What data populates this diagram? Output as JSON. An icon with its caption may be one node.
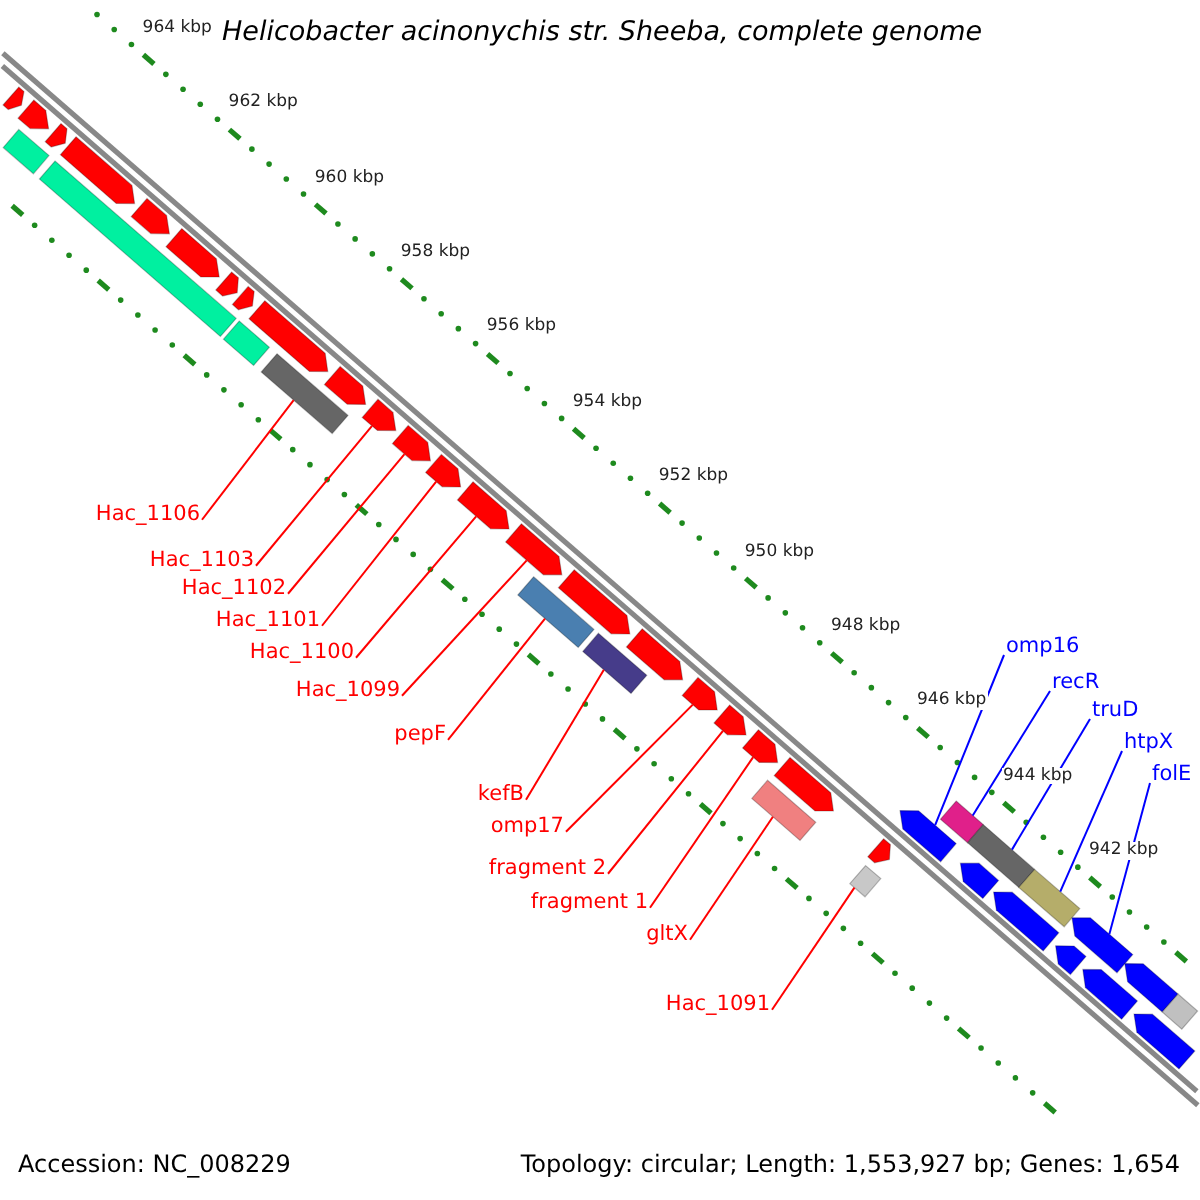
{
  "diagram": {
    "title": "Helicobacter acinonychis str. Sheeba, complete genome",
    "nodes": [
      {
        "text": [
          "Hac_1106"
        ]
      },
      {
        "text": [
          "Hac_1103"
        ]
      },
      {
        "text": [
          "Hac_1102"
        ]
      },
      {
        "text": [
          "Hac_1101"
        ]
      },
      {
        "text": [
          "Hac_1100"
        ]
      },
      {
        "text": [
          "Hac_1099"
        ]
      },
      {
        "text": [
          "pepF"
        ]
      },
      {
        "text": [
          "kefB"
        ]
      },
      {
        "text": [
          "omp17"
        ]
      },
      {
        "text": [
          "fragment 2"
        ]
      },
      {
        "text": [
          "fragment 1"
        ]
      },
      {
        "text": [
          "gltX"
        ]
      },
      {
        "text": [
          "Hac_1091"
        ]
      },
      {
        "text": [
          "omp16"
        ]
      },
      {
        "text": [
          "recR"
        ]
      },
      {
        "text": [
          "truD"
        ]
      },
      {
        "text": [
          "htpX"
        ]
      },
      {
        "text": [
          "folE"
        ]
      },
      {
        "text": [],
        "shape": "arrow"
      },
      {
        "text": [],
        "shape": "bar"
      },
      {
        "text": [],
        "shape": "arrow"
      },
      {
        "text": [],
        "shape": "arrow"
      },
      {
        "text": [],
        "shape": "arrow"
      },
      {
        "text": [],
        "shape": "bar"
      },
      {
        "text": [],
        "shape": "arrow"
      },
      {
        "text": [],
        "shape": "arrow"
      },
      {
        "text": [],
        "shape": "arrow"
      },
      {
        "text": [],
        "shape": "arrow"
      },
      {
        "text": [],
        "shape": "bar"
      },
      {
        "text": [],
        "shape": "arrow"
      },
      {
        "text": [],
        "shape": "bar"
      },
      {
        "text": [],
        "shape": "arrow"
      },
      {
        "text": [],
        "shape": "arrow"
      },
      {
        "text": [],
        "shape": "arrow"
      },
      {
        "text": [],
        "shape": "arrow"
      },
      {
        "text": [],
        "shape": "arrow"
      },
      {
        "text": [],
        "shape": "arrow"
      },
      {
        "text": [],
        "shape": "bar"
      },
      {
        "text": [],
        "shape": "arrow"
      },
      {
        "text": [],
        "shape": "bar"
      },
      {
        "text": [],
        "shape": "arrow"
      },
      {
        "text": [],
        "shape": "arrow"
      },
      {
        "text": [],
        "shape": "arrow"
      },
      {
        "text": [],
        "shape": "arrow"
      },
      {
        "text": [],
        "shape": "bar"
      },
      {
        "text": [],
        "shape": "arrow"
      },
      {
        "text": [],
        "shape": "arrow"
      },
      {
        "text": [],
        "shape": "arrow"
      },
      {
        "text": [],
        "shape": "bar"
      },
      {
        "text": [],
        "shape": "bar"
      },
      {
        "text": [],
        "shape": "bar"
      },
      {
        "text": [],
        "shape": "arrow"
      },
      {
        "text": [],
        "shape": "arrow"
      },
      {
        "text": [],
        "shape": "bar"
      },
      {
        "text": [],
        "shape": "arrow"
      },
      {
        "text": [],
        "shape": "arrow"
      },
      {
        "text": [],
        "shape": "arrow"
      },
      {
        "text": [],
        "shape": "arrow"
      },
      {
        "text": [],
        "shape": "arrow"
      },
      {
        "text": [],
        "shape": "bar"
      }
    ],
    "edges": [
      {
        "from": 0,
        "to": 30,
        "arrow": "none"
      },
      {
        "from": 1,
        "to": 32,
        "arrow": "none"
      },
      {
        "from": 2,
        "to": 33,
        "arrow": "none"
      },
      {
        "from": 3,
        "to": 34,
        "arrow": "none"
      },
      {
        "from": 4,
        "to": 35,
        "arrow": "none"
      },
      {
        "from": 5,
        "to": 36,
        "arrow": "none"
      },
      {
        "from": 6,
        "to": 37,
        "arrow": "none"
      },
      {
        "from": 7,
        "to": 39,
        "arrow": "none"
      },
      {
        "from": 8,
        "to": 41,
        "arrow": "none"
      },
      {
        "from": 9,
        "to": 42,
        "arrow": "none"
      },
      {
        "from": 10,
        "to": 43,
        "arrow": "none"
      },
      {
        "from": 11,
        "to": 44,
        "arrow": "none"
      },
      {
        "from": 12,
        "to": 48,
        "arrow": "none"
      },
      {
        "from": 13,
        "to": 46,
        "arrow": "none",
        "color": "#0000ff"
      },
      {
        "from": 14,
        "to": 49,
        "arrow": "none",
        "color": "#0000ff"
      },
      {
        "from": 15,
        "to": 50,
        "arrow": "none",
        "color": "#0000ff"
      },
      {
        "from": 16,
        "to": 53,
        "arrow": "none",
        "color": "#0000ff"
      },
      {
        "from": 17,
        "to": 54,
        "arrow": "none",
        "color": "#0000ff"
      }
    ],
    "labels": [
      "964 kbp",
      "962 kbp",
      "960 kbp",
      "958 kbp",
      "956 kbp",
      "954 kbp",
      "952 kbp",
      "950 kbp",
      "948 kbp",
      "946 kbp",
      "944 kbp",
      "942 kbp",
      "Accession: NC_008229",
      "Topology: circular; Length: 1,553,927 bp; Genes: 1,654"
    ]
  }
}
